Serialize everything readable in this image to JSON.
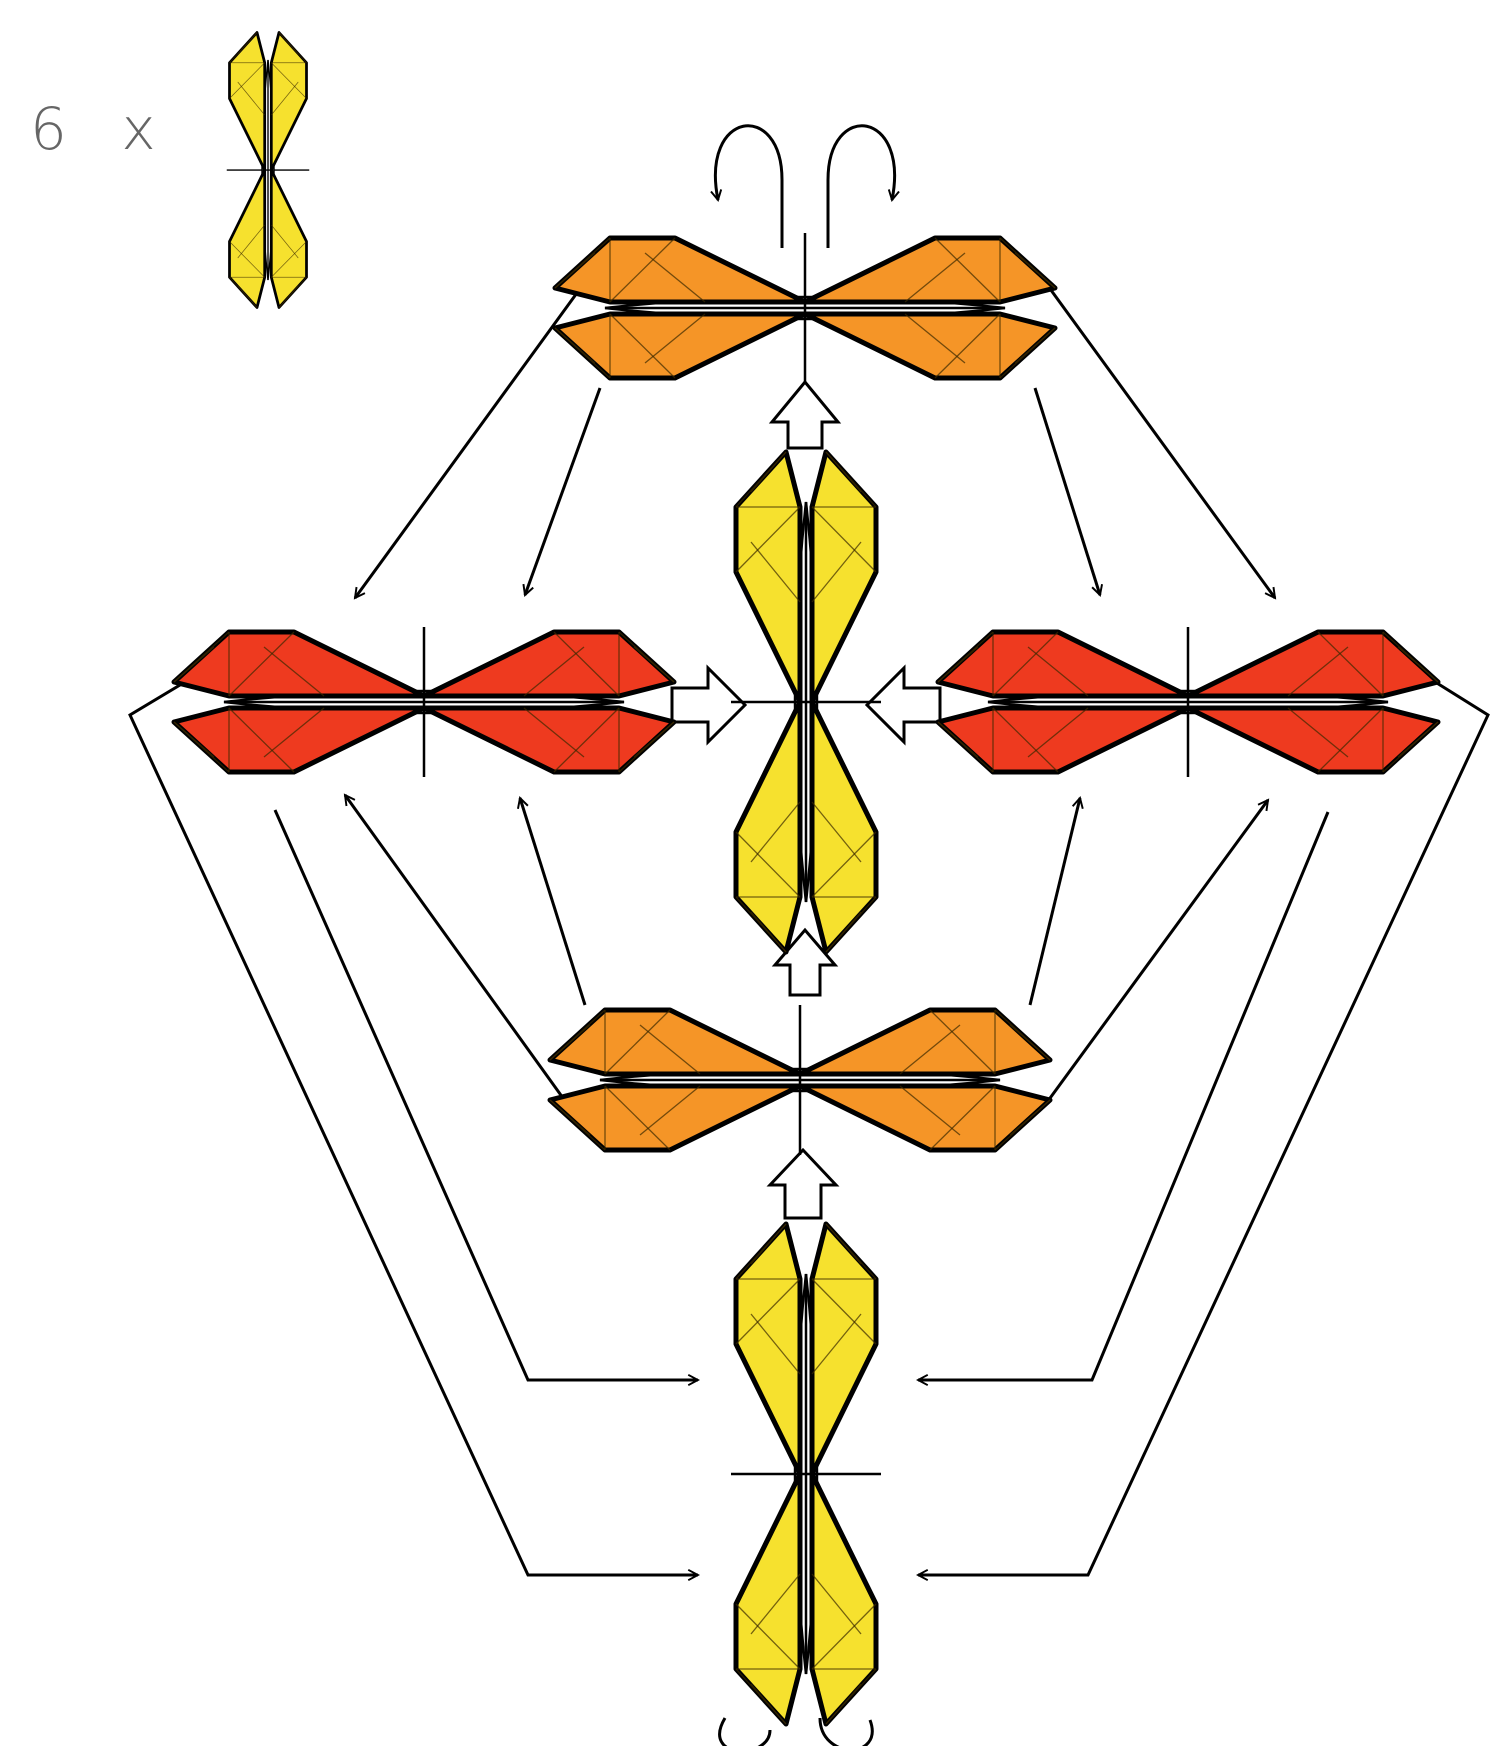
{
  "header": {
    "count_label": "6 x"
  },
  "colors": {
    "yellow": "#f6e12e",
    "orange": "#f59527",
    "light_orange": "#f7923a",
    "red": "#ee3a1f",
    "outline": "#000000",
    "background": "#ffffff"
  },
  "units": [
    {
      "role": "legend-unit",
      "orientation": "vertical",
      "color": "yellow"
    },
    {
      "role": "top-unit",
      "orientation": "horizontal",
      "color": "orange"
    },
    {
      "role": "center-unit",
      "orientation": "vertical",
      "color": "yellow"
    },
    {
      "role": "left-unit",
      "orientation": "horizontal",
      "color": "red"
    },
    {
      "role": "right-unit",
      "orientation": "horizontal",
      "color": "red"
    },
    {
      "role": "lower-middle-unit",
      "orientation": "horizontal",
      "color": "orange"
    },
    {
      "role": "bottom-unit",
      "orientation": "vertical",
      "color": "yellow"
    }
  ]
}
